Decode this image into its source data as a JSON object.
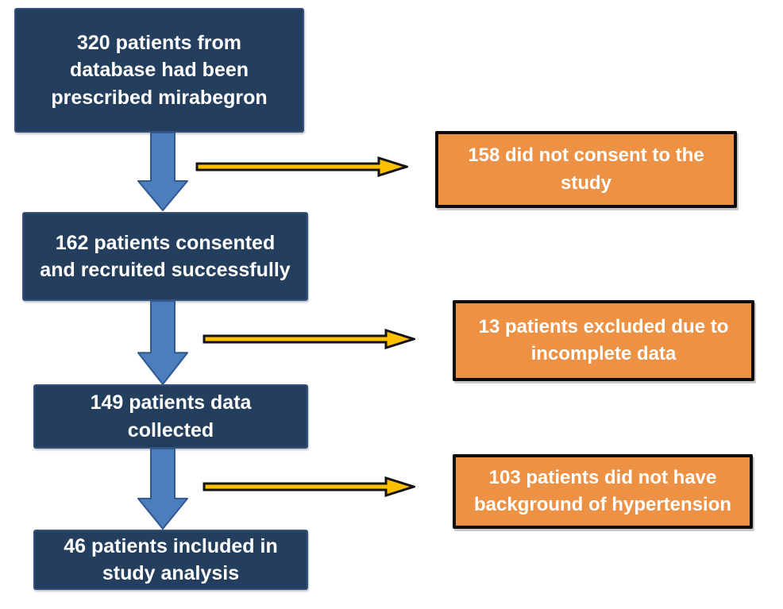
{
  "flowchart": {
    "title_hint": "Patient recruitment flow diagram",
    "main_boxes": [
      {
        "text": "320 patients from\ndatabase had been\nprescribed mirabegron"
      },
      {
        "text": "162 patients consented\nand recruited successfully"
      },
      {
        "text": "149 patients data\ncollected"
      },
      {
        "text": "46 patients included in\nstudy analysis"
      }
    ],
    "exclusion_boxes": [
      {
        "text": "158 did not consent to the\nstudy"
      },
      {
        "text": "13 patients excluded due to\nincomplete data"
      },
      {
        "text": "103 patients did not have\nbackground of hypertension"
      }
    ],
    "colors": {
      "main_box_fill": "#243E5D",
      "main_box_border": "#35517A",
      "exclusion_box_fill": "#ED9144",
      "exclusion_box_border": "#0D0D0D",
      "down_arrow_fill": "#4C7DBD",
      "down_arrow_border": "#30598F",
      "side_arrow_fill": "#FFC000",
      "side_arrow_border": "#141414",
      "text_color": "#FFFFFF",
      "background": "#FFFFFF"
    }
  }
}
